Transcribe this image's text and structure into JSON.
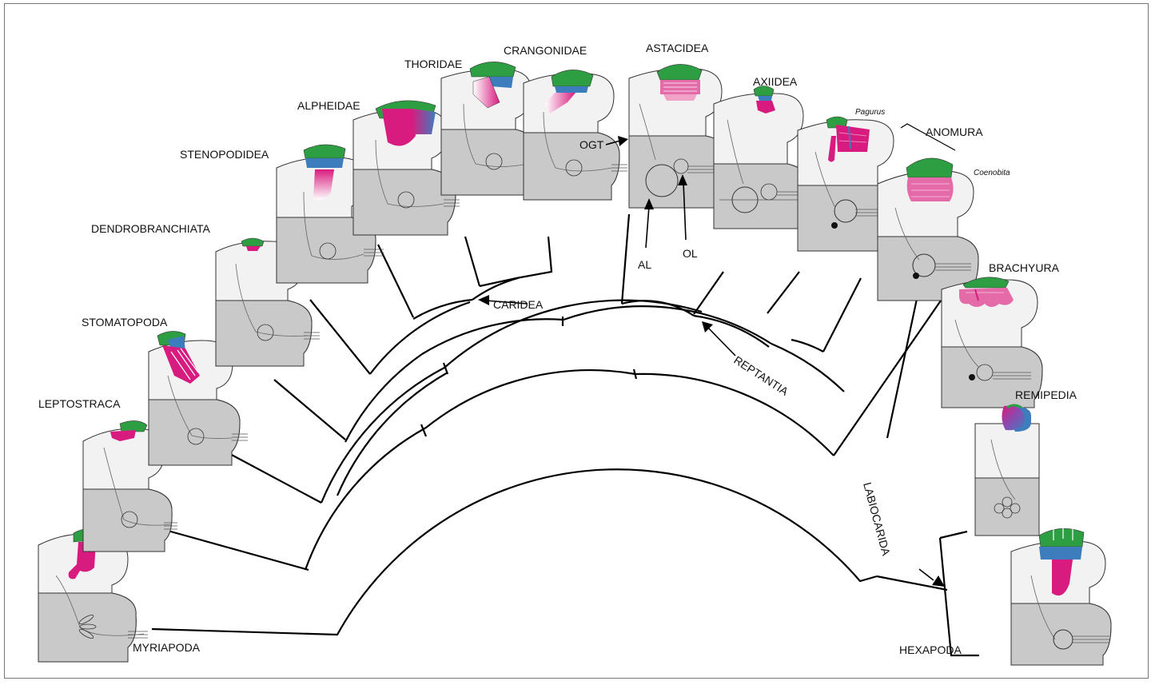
{
  "colors": {
    "green": "#2e9e43",
    "blue": "#3d7dbd",
    "magenta": "#d81b7f",
    "pink": "#e46aa8",
    "light": "#f2f2f2",
    "dark": "#c9c9c9",
    "stroke": "#333333"
  },
  "taxa": {
    "myriapoda": "MYRIAPODA",
    "leptostraca": "LEPTOSTRACA",
    "stomatopoda": "STOMATOPODA",
    "dendrobranchiata": "DENDROBRANCHIATA",
    "stenopodidea": "STENOPODIDEA",
    "alpheidae": "ALPHEIDAE",
    "thoridae": "THORIDAE",
    "crangonidae": "CRANGONIDAE",
    "astacidea": "ASTACIDEA",
    "axiidea": "AXIIDEA",
    "anomura": "ANOMURA",
    "pagurus": "Pagurus",
    "coenobita": "Coenobita",
    "brachyura": "BRACHYURA",
    "remipedia": "REMIPEDIA",
    "hexapoda": "HEXAPODA"
  },
  "clades": {
    "caridea": "CARIDEA",
    "reptantia": "REPTANTIA",
    "labiocarida": "LABIOCARIDA"
  },
  "structures": {
    "ogt": "OGT",
    "al": "AL",
    "ol": "OL"
  }
}
